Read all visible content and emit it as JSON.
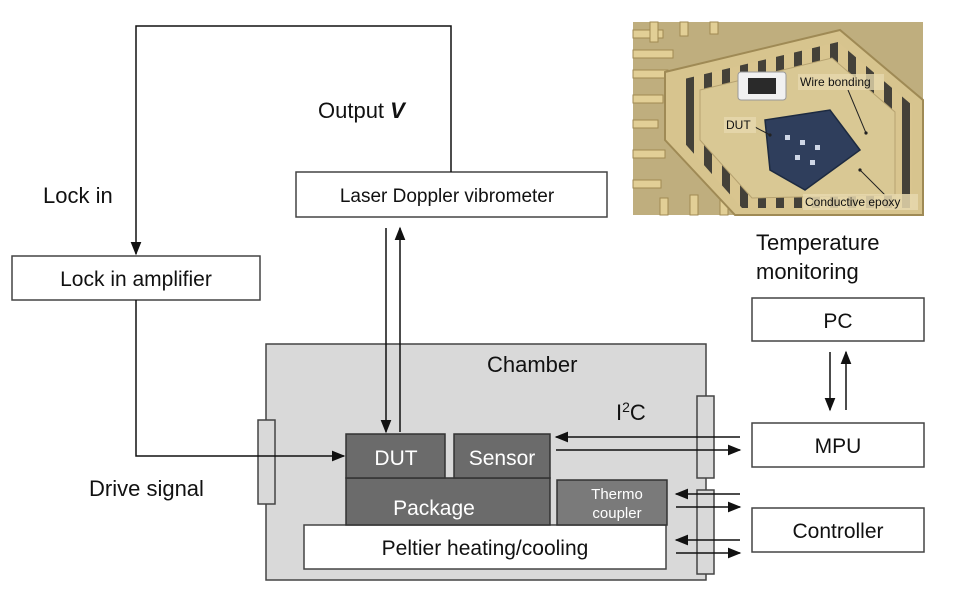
{
  "labels": {
    "output": "Output",
    "output_var": "V",
    "lock_in": "Lock in",
    "drive_signal": "Drive signal",
    "temperature_monitoring_1": "Temperature",
    "temperature_monitoring_2": "monitoring",
    "chamber": "Chamber",
    "i2c_base": "I",
    "i2c_sup": "2",
    "i2c_tail": "C"
  },
  "boxes": {
    "laser_doppler": "Laser Doppler vibrometer",
    "lock_in_amplifier": "Lock in amplifier",
    "pc": "PC",
    "mpu": "MPU",
    "controller": "Controller",
    "dut": "DUT",
    "sensor": "Sensor",
    "package": "Package",
    "thermo_1": "Thermo",
    "thermo_2": "coupler",
    "peltier": "Peltier heating/cooling"
  },
  "photo_labels": {
    "wire_bonding": "Wire bonding",
    "dut": "DUT",
    "conductive_epoxy": "Conductive epoxy"
  },
  "colors": {
    "chamber_fill": "#d9d9d9",
    "dark_box_fill": "#6b6b6b",
    "thermo_fill": "#7a7a7a",
    "photo_background": "#c9b78a",
    "package_gold": "#d4bf86",
    "die": "#2f3e5c"
  }
}
